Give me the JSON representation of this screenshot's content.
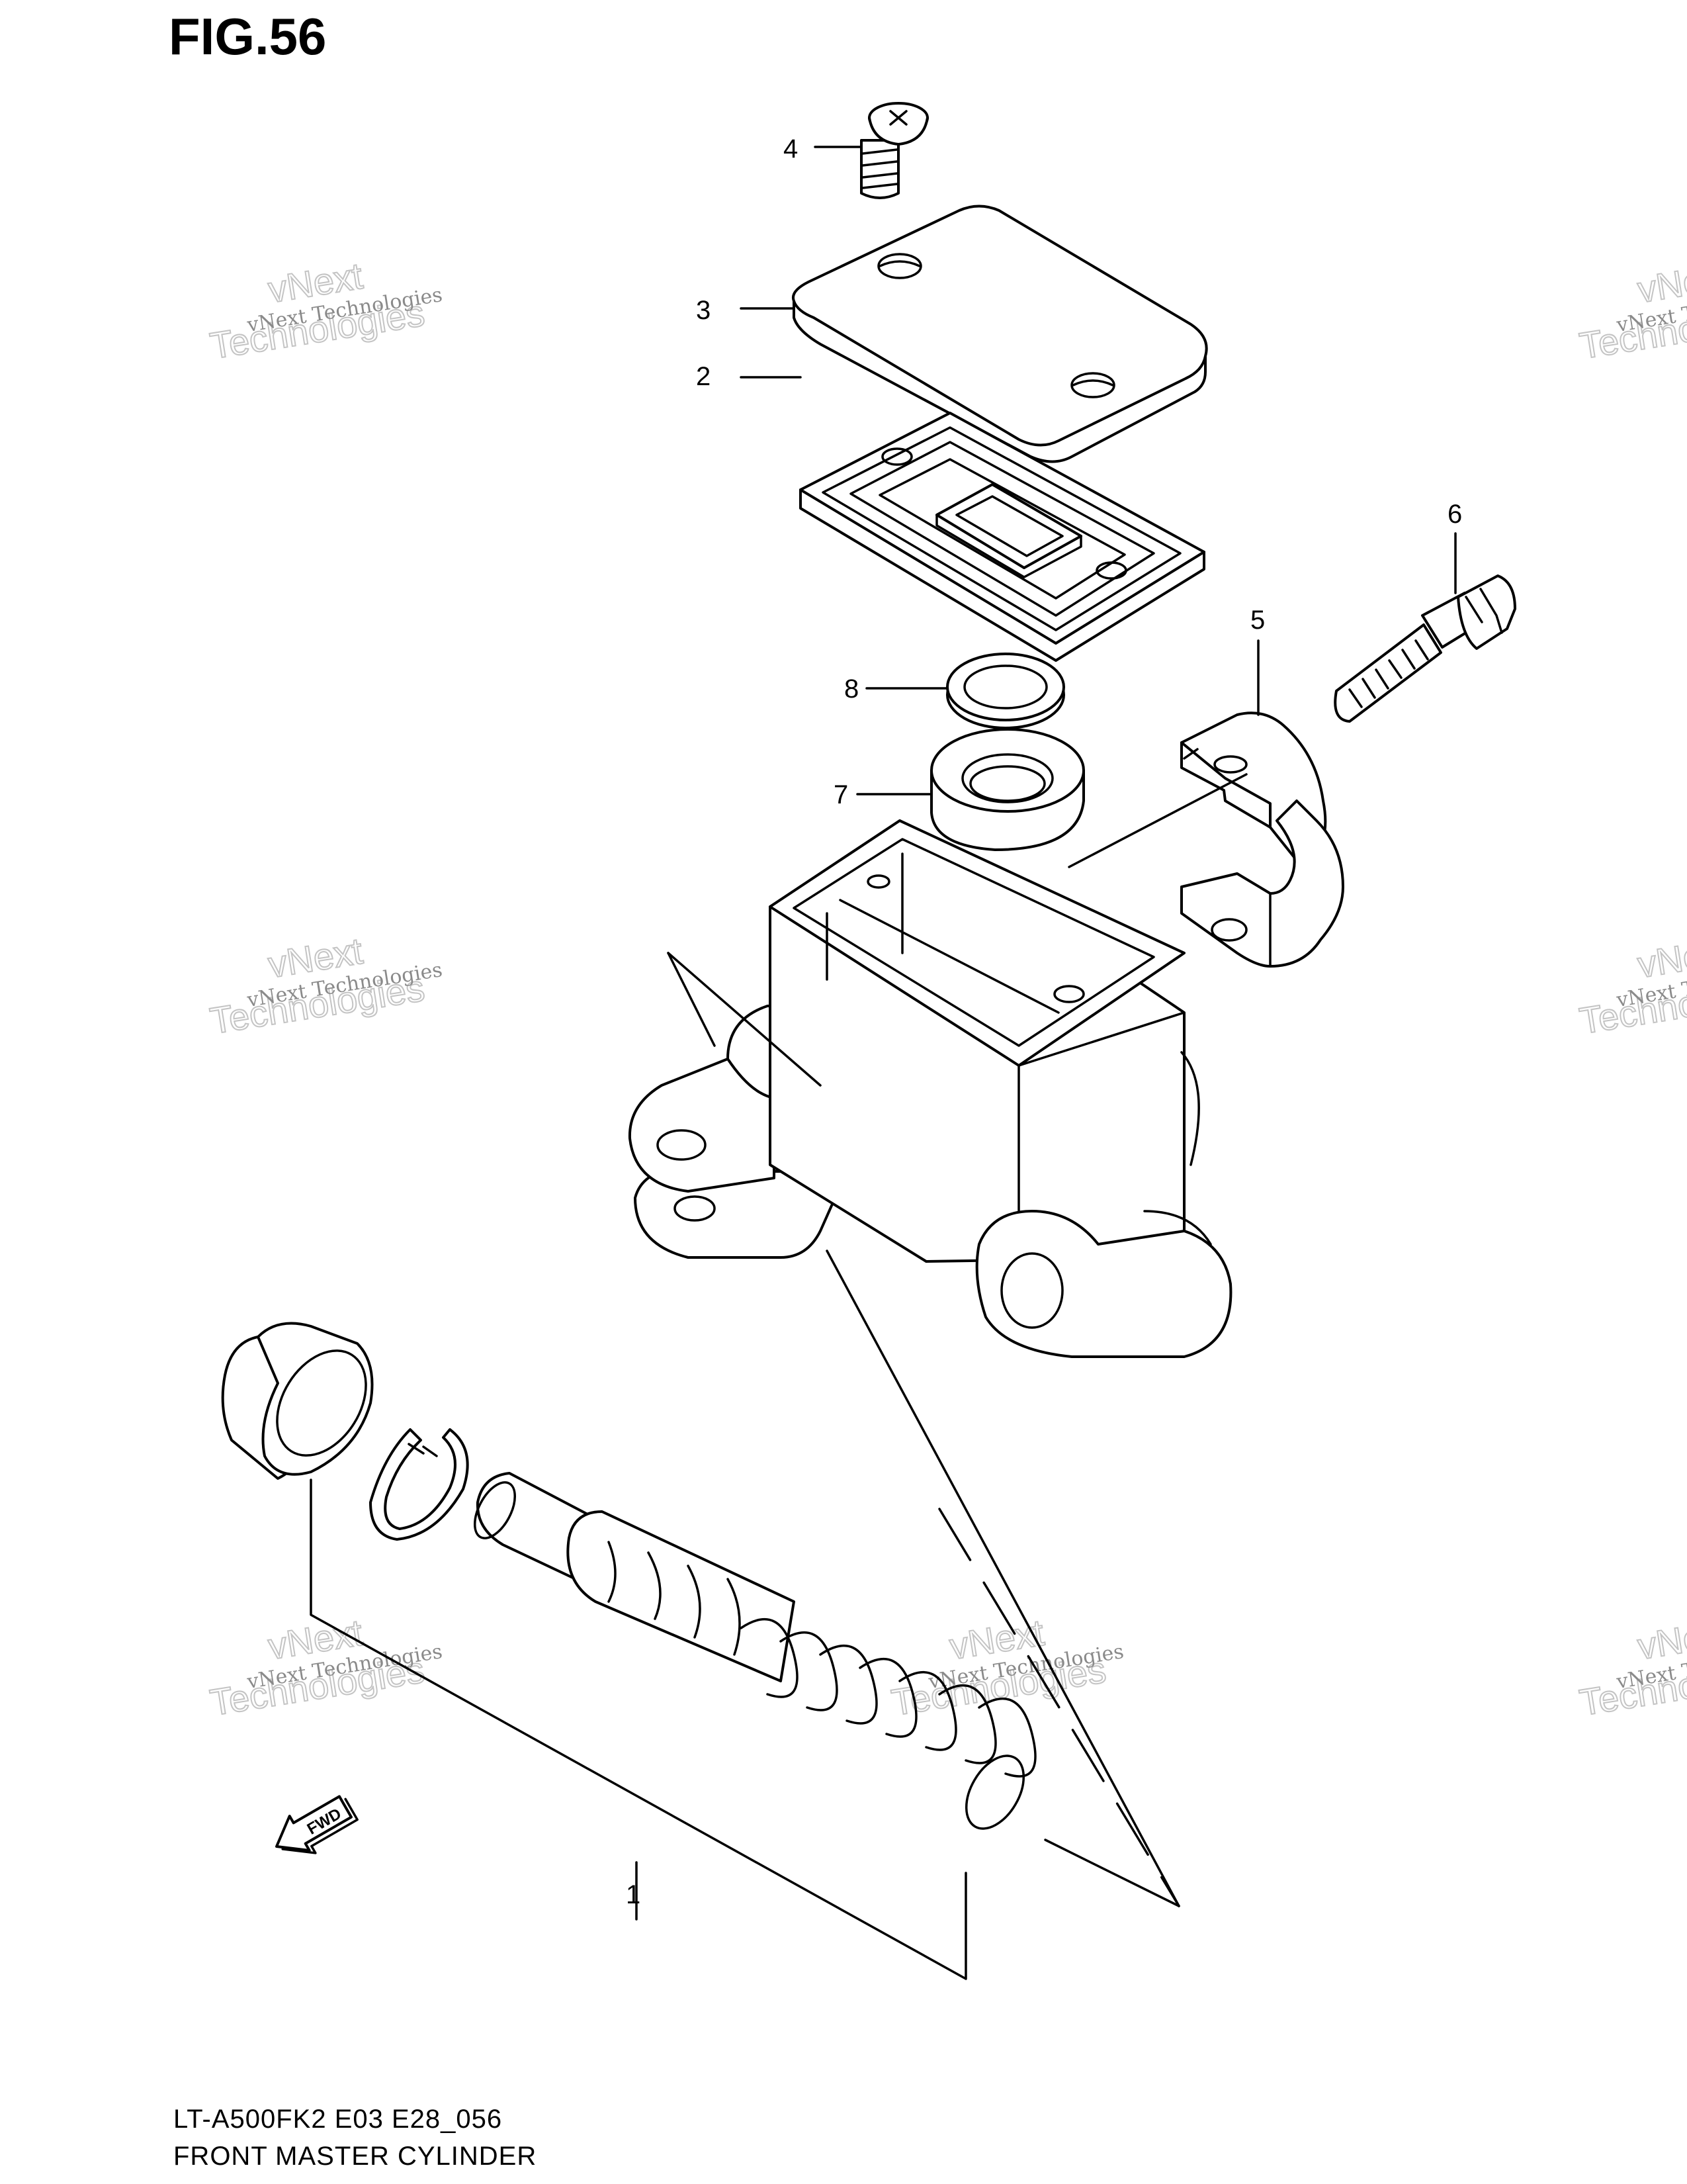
{
  "figure": {
    "title": "FIG.56"
  },
  "callouts": [
    {
      "id": "1",
      "label": "1"
    },
    {
      "id": "2",
      "label": "2"
    },
    {
      "id": "3",
      "label": "3"
    },
    {
      "id": "4",
      "label": "4"
    },
    {
      "id": "5",
      "label": "5"
    },
    {
      "id": "6",
      "label": "6"
    },
    {
      "id": "7",
      "label": "7"
    },
    {
      "id": "8",
      "label": "8"
    }
  ],
  "watermark": {
    "line1": "vNext Technologies",
    "line2": "vNext",
    "line3": "Technologies"
  },
  "direction_badge": {
    "label": "FWD"
  },
  "footer": {
    "model_code": "LT-A500FK2 E03 E28_056",
    "assembly_name": "FRONT MASTER CYLINDER"
  }
}
